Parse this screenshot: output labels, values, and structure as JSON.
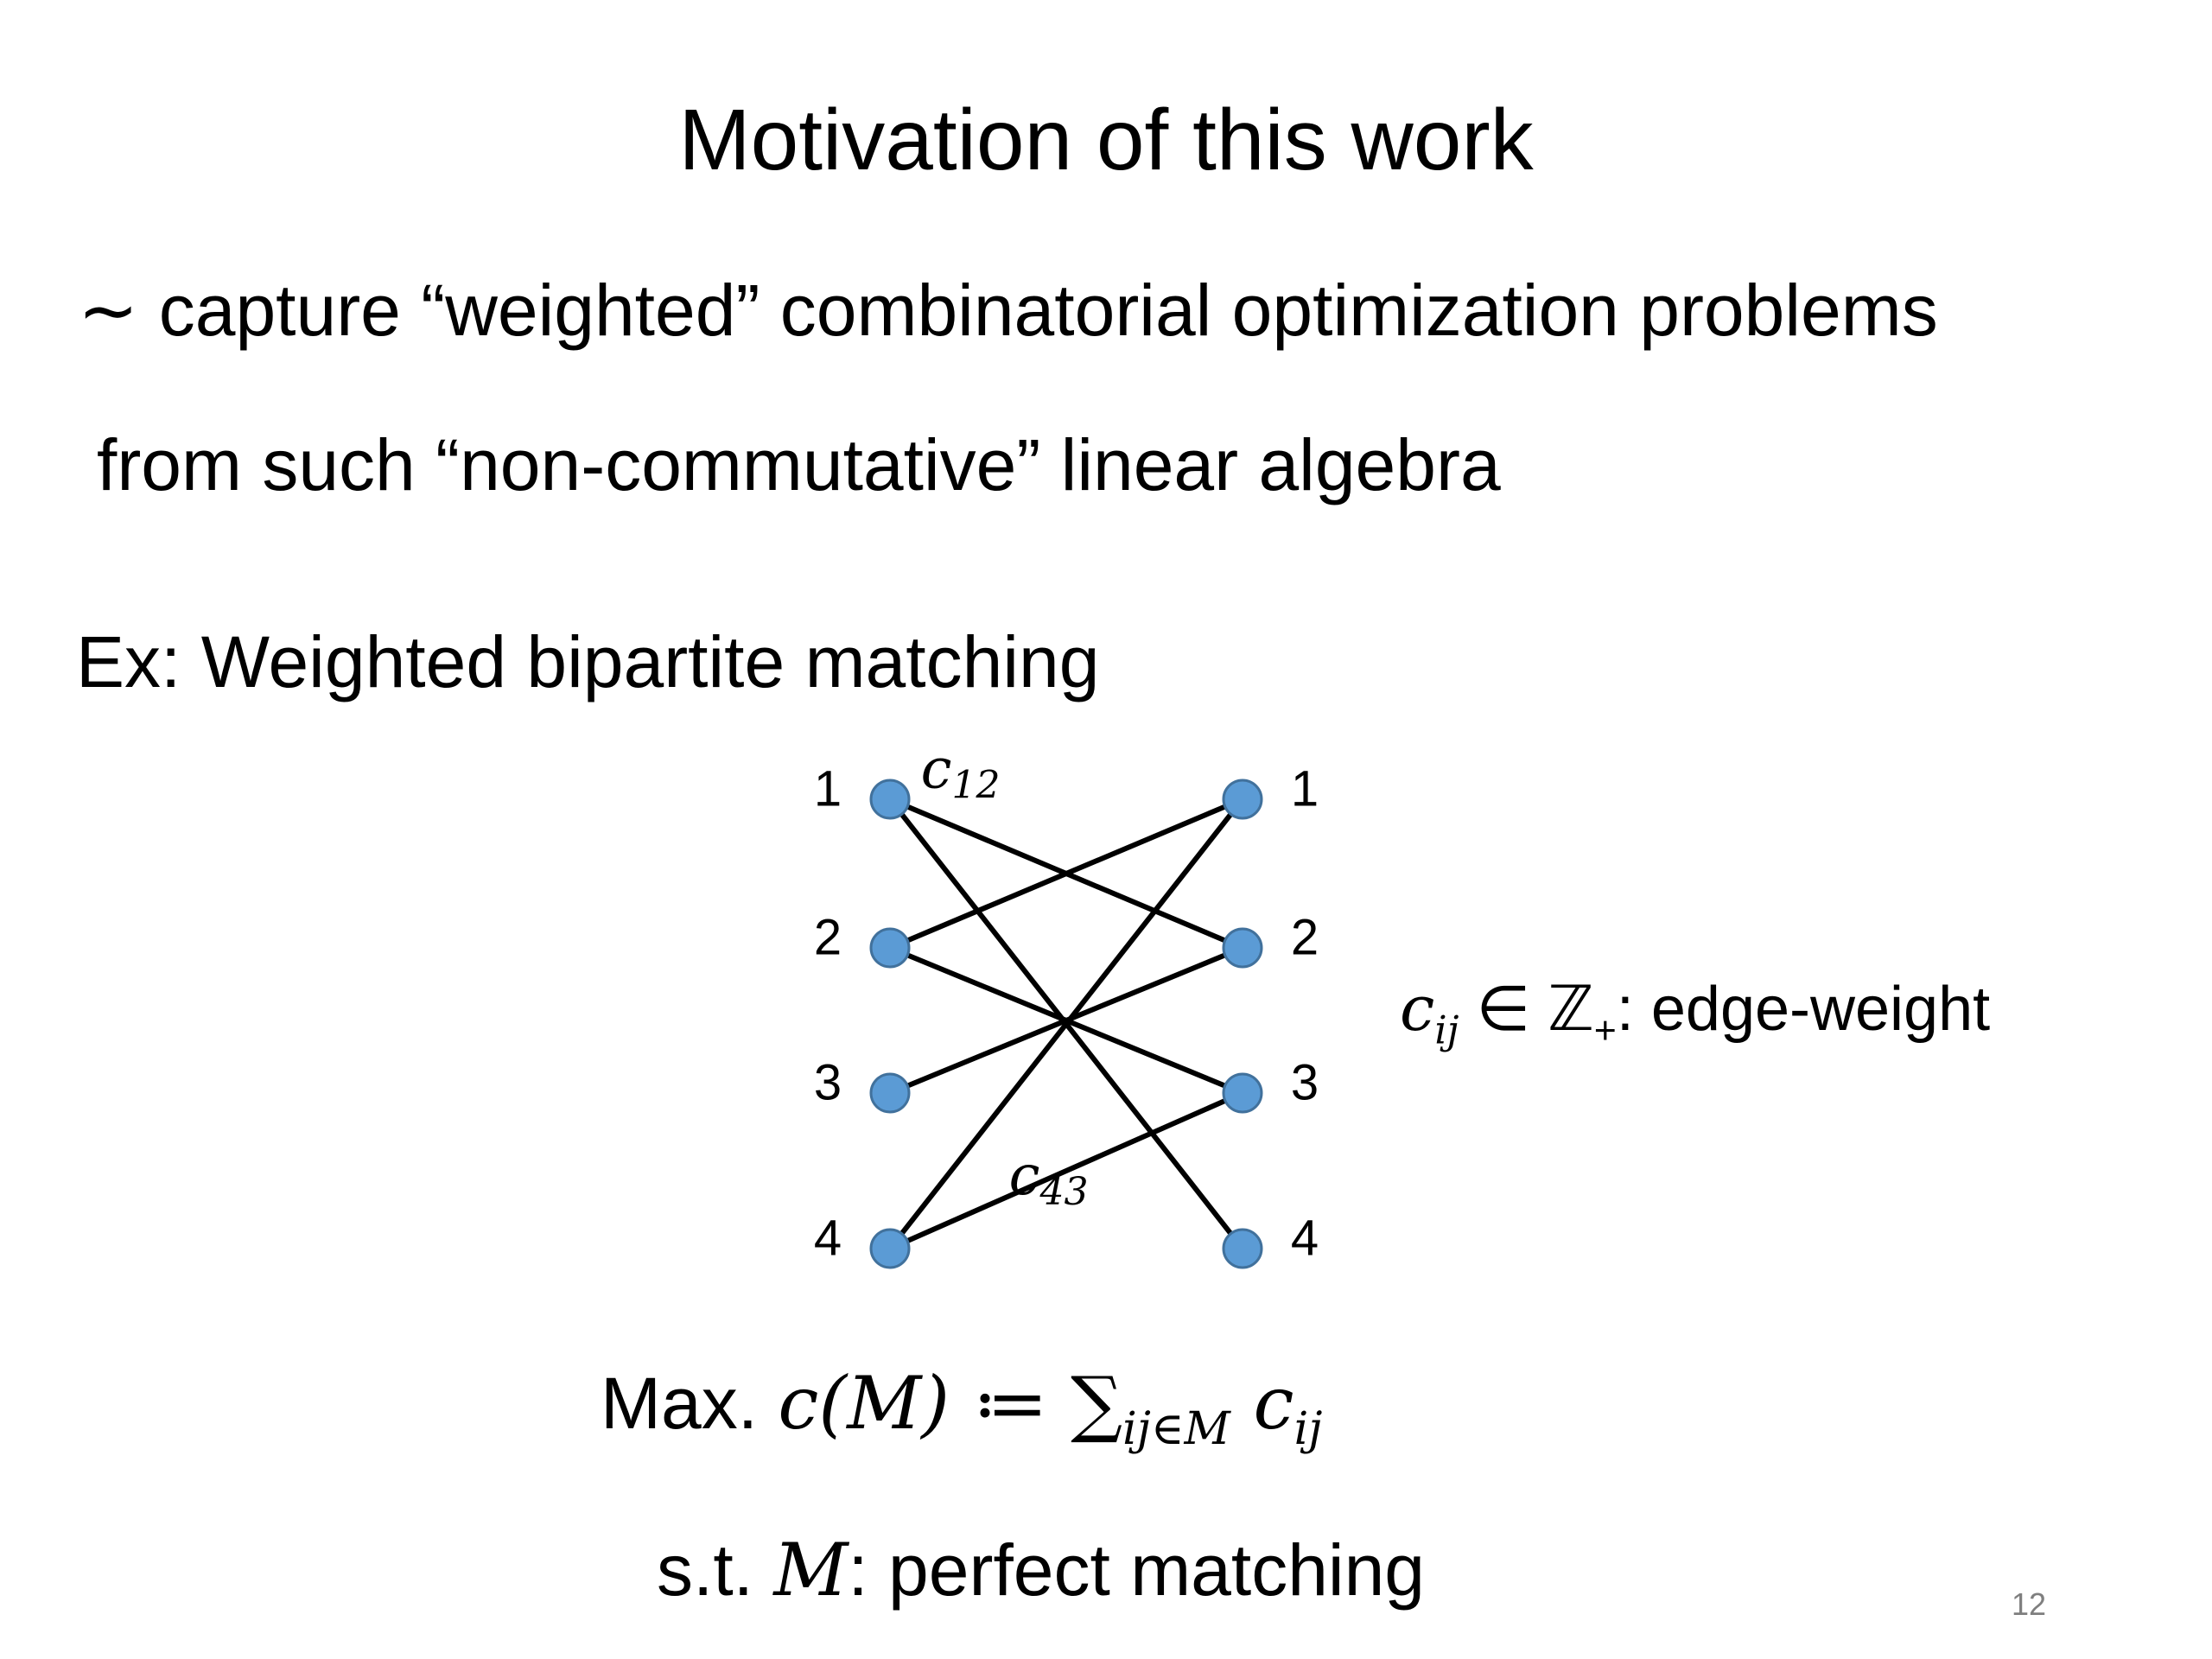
{
  "slide": {
    "title": "Motivation of this work",
    "line1": "∼ capture “weighted” combinatorial optimization problems",
    "line2": "from such “non-commutative” linear algebra",
    "example": "Ex: Weighted bipartite matching",
    "edge_weight": {
      "symbol": "c",
      "subscript": "ij",
      "relation": " ∈ ℤ",
      "relation_sub": "+",
      "text": ": edge-weight"
    },
    "objective": {
      "prefix": "Max. ",
      "expr": "c(M) ≔ ∑",
      "sum_sub": "ij∈M",
      "term": " c",
      "term_sub": "ij"
    },
    "constraint": {
      "prefix": "s.t. ",
      "var": "M",
      "text": ": perfect matching"
    },
    "page_number": "12"
  },
  "graph": {
    "left_labels": [
      "1",
      "2",
      "3",
      "4"
    ],
    "right_labels": [
      "1",
      "2",
      "3",
      "4"
    ],
    "edges": [
      [
        1,
        2
      ],
      [
        1,
        4
      ],
      [
        2,
        1
      ],
      [
        2,
        3
      ],
      [
        3,
        2
      ],
      [
        4,
        1
      ],
      [
        4,
        3
      ]
    ],
    "edge_labels": [
      {
        "edge": [
          1,
          2
        ],
        "symbol": "c",
        "sub": "12"
      },
      {
        "edge": [
          4,
          3
        ],
        "symbol": "c",
        "sub": "43"
      }
    ],
    "node_color": "#5b9bd5",
    "node_stroke": "#41719c",
    "edge_color": "#000000"
  }
}
